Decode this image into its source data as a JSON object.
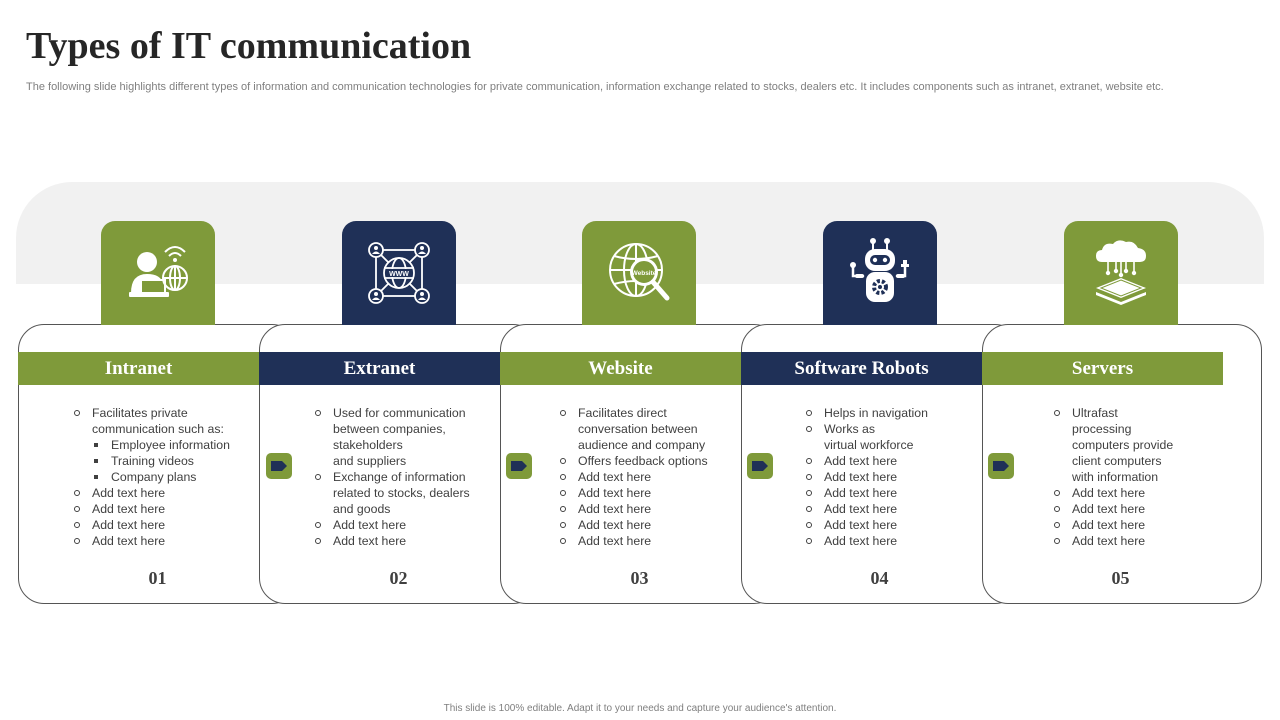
{
  "slide": {
    "title": "Types of IT communication",
    "subtitle": "The following slide highlights different types of information and communication technologies for private communication, information exchange related to stocks, dealers etc. It includes components such as intranet, extranet, website etc.",
    "footer": "This slide is 100% editable. Adapt it to your needs and capture your audience's attention."
  },
  "colors": {
    "green": "#7f9a3a",
    "navy": "#1f3057",
    "band": "#f1f1f1",
    "text": "#404040"
  },
  "cards": [
    {
      "title": "Intranet",
      "number": "01",
      "icon": "person-laptop-globe-icon",
      "bullets": [
        "Facilitates private",
        "communication such as:",
        "Employee information",
        "Training videos",
        "Company plans",
        "Add text here",
        "Add text here",
        "Add text here",
        "Add text here"
      ]
    },
    {
      "title": "Extranet",
      "number": "02",
      "icon": "network-globe-icon",
      "bullets": [
        "Used for communication",
        "between companies,",
        "stakeholders",
        "and suppliers",
        "Exchange of information",
        "related to stocks, dealers",
        "and goods",
        "Add text here",
        "Add text here"
      ]
    },
    {
      "title": "Website",
      "number": "03",
      "icon": "website-search-icon",
      "icon_label": "Website",
      "bullets": [
        "Facilitates direct",
        "conversation between",
        "audience and company",
        "Offers feedback options",
        "Add text here",
        "Add text here",
        "Add text here",
        "Add text here",
        "Add text here"
      ]
    },
    {
      "title": "Software Robots",
      "number": "04",
      "icon": "robot-icon",
      "bullets": [
        "Helps in navigation",
        "Works as",
        "virtual workforce",
        "Add text here",
        "Add text here",
        "Add text here",
        "Add text here",
        "Add text here",
        "Add text here"
      ]
    },
    {
      "title": "Servers",
      "number": "05",
      "icon": "cloud-server-icon",
      "bullets": [
        "Ultrafast",
        "processing",
        "computers provide",
        "client computers",
        "with information",
        "Add text here",
        "Add text here",
        "Add text here",
        "Add text here"
      ]
    }
  ]
}
